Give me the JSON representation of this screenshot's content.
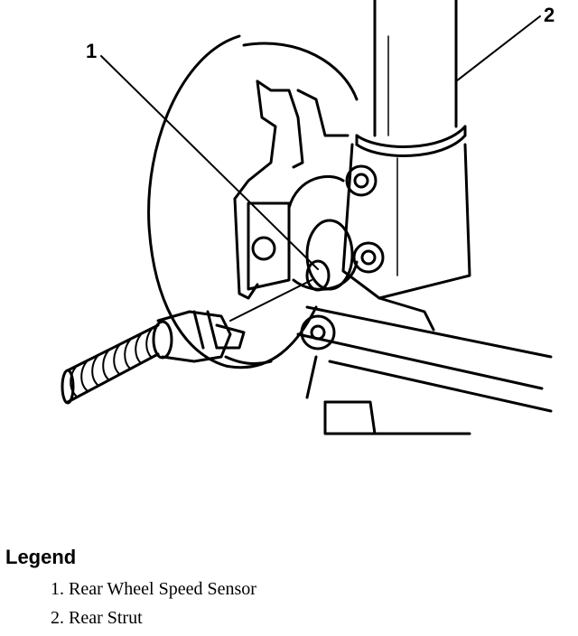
{
  "diagram": {
    "callouts": [
      {
        "number": "1",
        "label": "Rear Wheel Speed Sensor"
      },
      {
        "number": "2",
        "label": "Rear Strut"
      }
    ]
  },
  "legend": {
    "title": "Legend",
    "items": [
      {
        "text": "1. Rear Wheel Speed Sensor"
      },
      {
        "text": "2. Rear Strut"
      }
    ]
  }
}
